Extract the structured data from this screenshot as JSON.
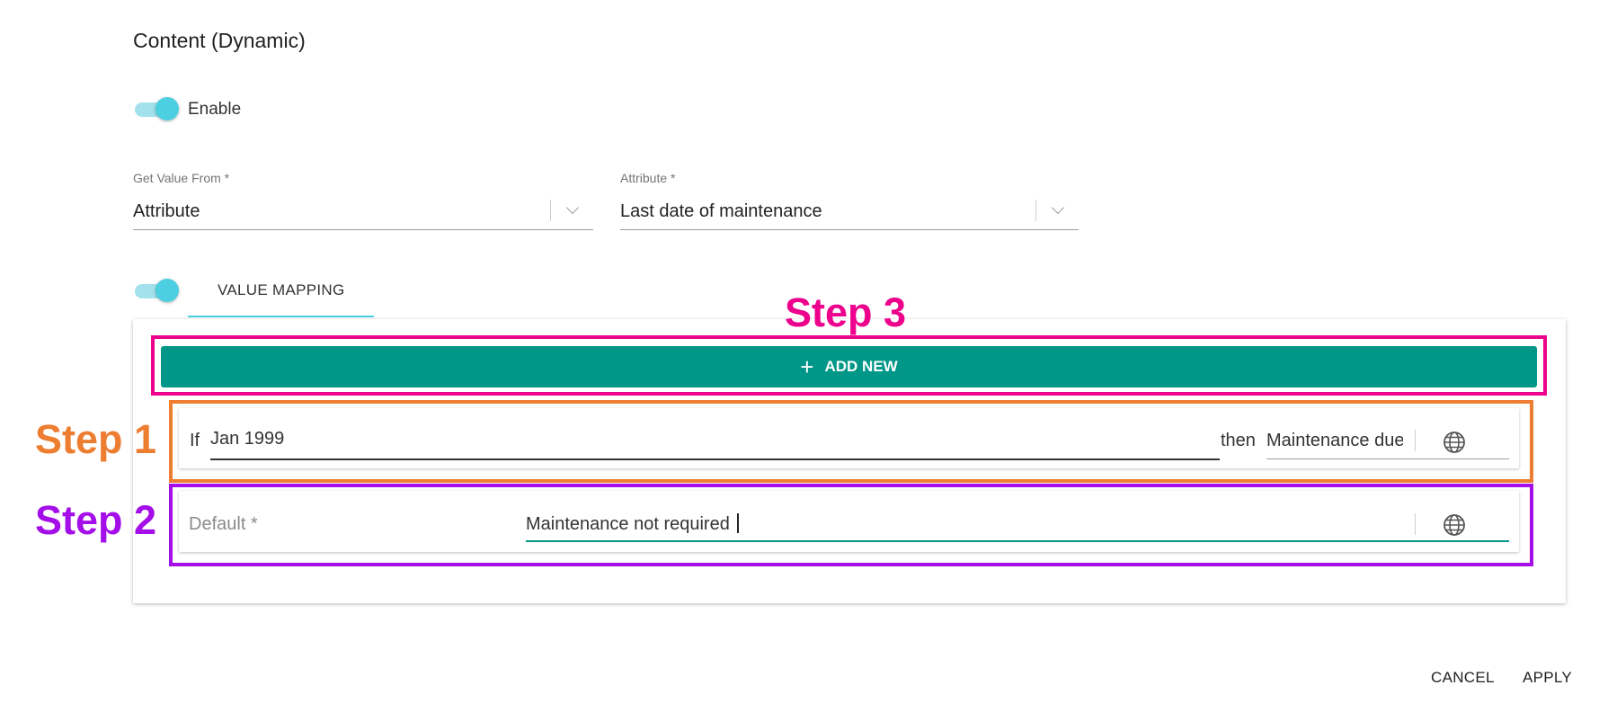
{
  "section_title": "Content (Dynamic)",
  "enable_toggle": {
    "label": "Enable",
    "on": true
  },
  "get_value_from": {
    "label": "Get Value From *",
    "value": "Attribute"
  },
  "attribute": {
    "label": "Attribute *",
    "value": "Last date of maintenance"
  },
  "value_mapping_toggle": {
    "label": "VALUE MAPPING",
    "on": true
  },
  "add_new": {
    "label": "ADD NEW",
    "icon": "plus-icon"
  },
  "mapping_rule": {
    "if_label": "If",
    "if_value": "Jan 1999",
    "then_label": "then",
    "then_value": "Maintenance due",
    "icon": "globe-icon"
  },
  "default_rule": {
    "label": "Default *",
    "value": "Maintenance not required",
    "icon": "globe-icon"
  },
  "annotations": {
    "step1": "Step 1",
    "step2": "Step 2",
    "step3": "Step 3"
  },
  "footer": {
    "cancel": "CANCEL",
    "apply": "APPLY"
  },
  "colors": {
    "accent_teal": "#009688",
    "toggle_cyan": "#4dcfe2",
    "step1": "#ed7d31",
    "step2": "#a40ee8",
    "step3": "#ec008c"
  }
}
